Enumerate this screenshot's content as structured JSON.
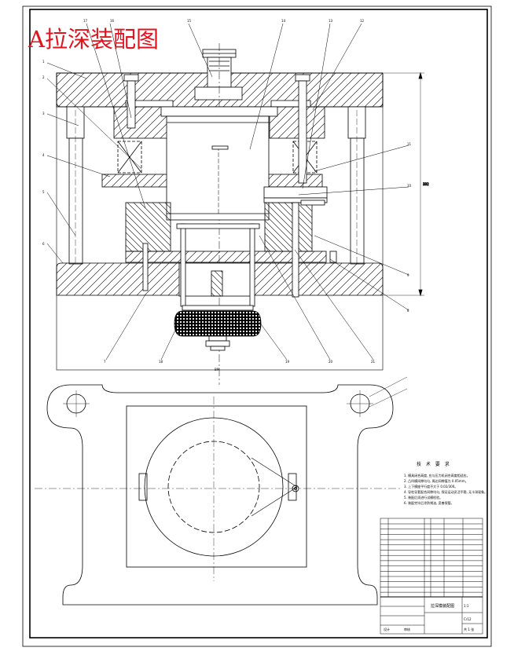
{
  "drawing": {
    "title": "A拉深装配图",
    "notes_title": "技 术 要 求",
    "notes": [
      "1. 模具闭合高度, 应与压力机闭合高度相适应。",
      "2. 凸凹模间隙均匀, 周边间隙值为 0.05mm。",
      "3. 上下模座平行度不大于 0.02/300。",
      "4. 导柱导套配合间隙均匀, 保证运动灵活平稳, 无卡滞现象。",
      "5. 装配后须进行试模检验。",
      "6. 装配完毕后涂防锈油, 妥善保管。"
    ],
    "dimension_marks": {
      "vertical_total": "332",
      "axis_mark": "BM"
    },
    "colors": {
      "title_red": "#e0141e",
      "line": "#000000",
      "paper": "#ffffff"
    }
  },
  "title_block": {
    "drawing_name": "拉深模装配图",
    "scale": "1:1",
    "sheet": "共 1 张",
    "material": "Cr12",
    "designer": "设计",
    "checker": "审核"
  }
}
